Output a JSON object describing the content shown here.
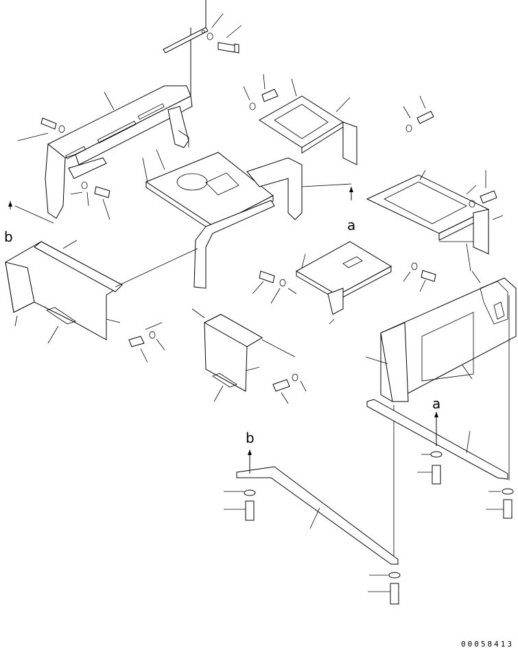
{
  "drawing": {
    "ref_a_upper": "a",
    "ref_a_lower": "a",
    "ref_b_left": "b",
    "ref_b_lower": "b",
    "doc_number": "00058413"
  },
  "colors": {
    "line": "#000000",
    "background": "#ffffff"
  }
}
